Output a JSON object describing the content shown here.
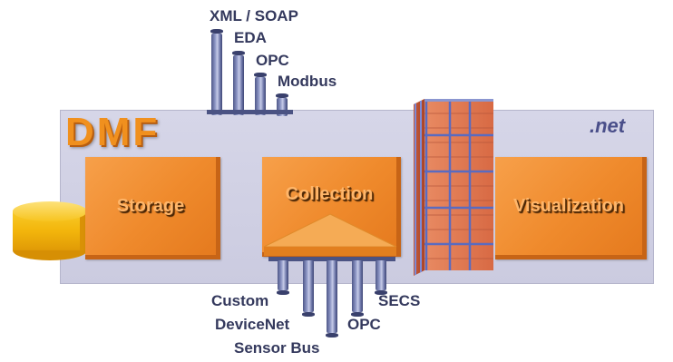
{
  "diagram": {
    "title": "DMF",
    "platform_label": ".net",
    "components": {
      "storage": "Storage",
      "collection": "Collection",
      "visualization": "Visualization"
    },
    "top_protocols": [
      "XML / SOAP",
      "EDA",
      "OPC",
      "Modbus"
    ],
    "bottom_protocols": {
      "custom": "Custom",
      "devicenet": "DeviceNet",
      "sensor_bus": "Sensor Bus",
      "opc": "OPC",
      "secs": "SECS"
    }
  },
  "colors": {
    "orange": "#ef8a2c",
    "panel": "#d0d0e4",
    "pipe": "#6d76a8",
    "label": "#34395d",
    "brick": "#e07b56",
    "grid": "#5a6bc0",
    "cylinder": "#f3b60c"
  }
}
